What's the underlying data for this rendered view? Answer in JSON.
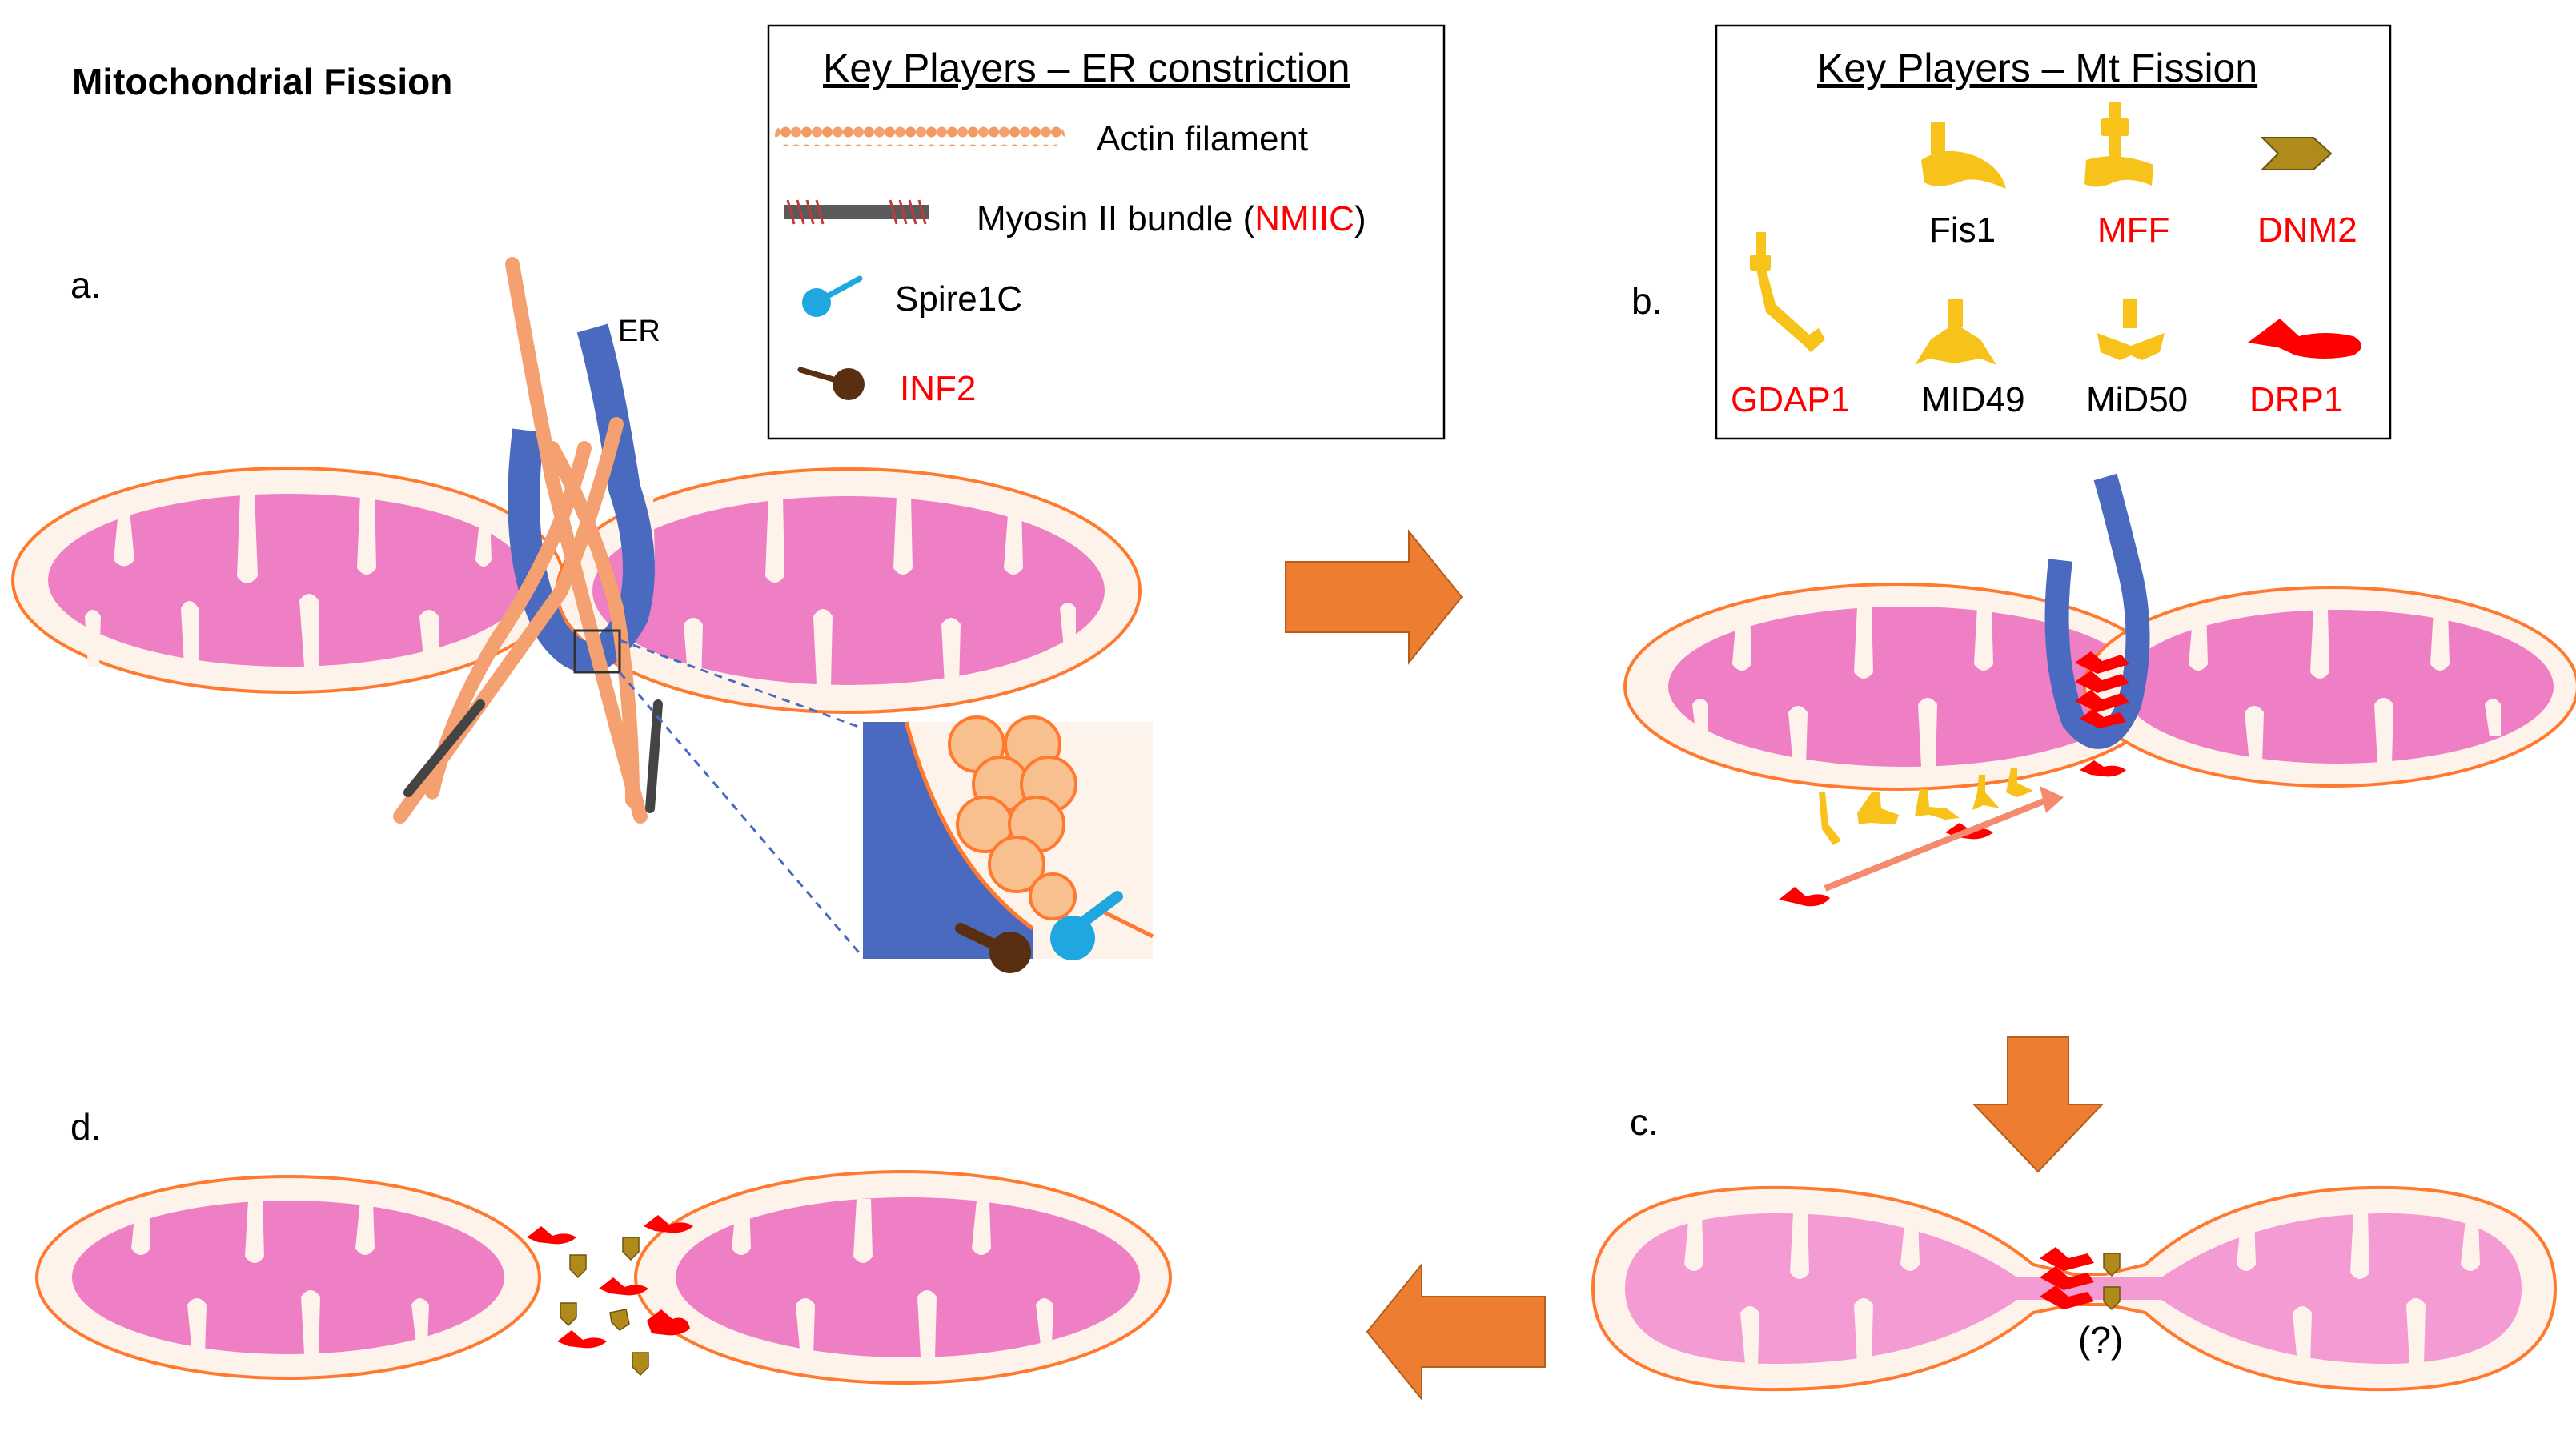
{
  "title": "Mitochondrial Fission",
  "panels": {
    "a": "a.",
    "b": "b.",
    "c": "c.",
    "d": "d."
  },
  "er_label": "ER",
  "question_mark": "(?)",
  "legend_er": {
    "heading": "Key Players – ER constriction",
    "actin": "Actin filament",
    "myosin_prefix": "Myosin II bundle (",
    "myosin_highlight": "NMIIC",
    "myosin_suffix": ")",
    "spire": "Spire1C",
    "inf2": "INF2"
  },
  "legend_mt": {
    "heading": "Key Players – Mt Fission",
    "fis1": "Fis1",
    "mff": "MFF",
    "dnm2": "DNM2",
    "gdap1": "GDAP1",
    "mid49": "MID49",
    "mid50": "MiD50",
    "drp1": "DRP1"
  },
  "colors": {
    "matrix": "#ef7fc5",
    "outer_membrane": "#ff7a2e",
    "outer_fill": "#fdf3ea",
    "er": "#4a6abf",
    "actin": "#f5a070",
    "myosin": "#4d4d4d",
    "spire": "#1fa8e0",
    "inf2": "#5a2e10",
    "receptor": "#f7c21a",
    "drp1": "#ff0000",
    "dnm2": "#b08a1a",
    "arrow": "#ed7d31",
    "highlight_red": "#ff0000"
  }
}
